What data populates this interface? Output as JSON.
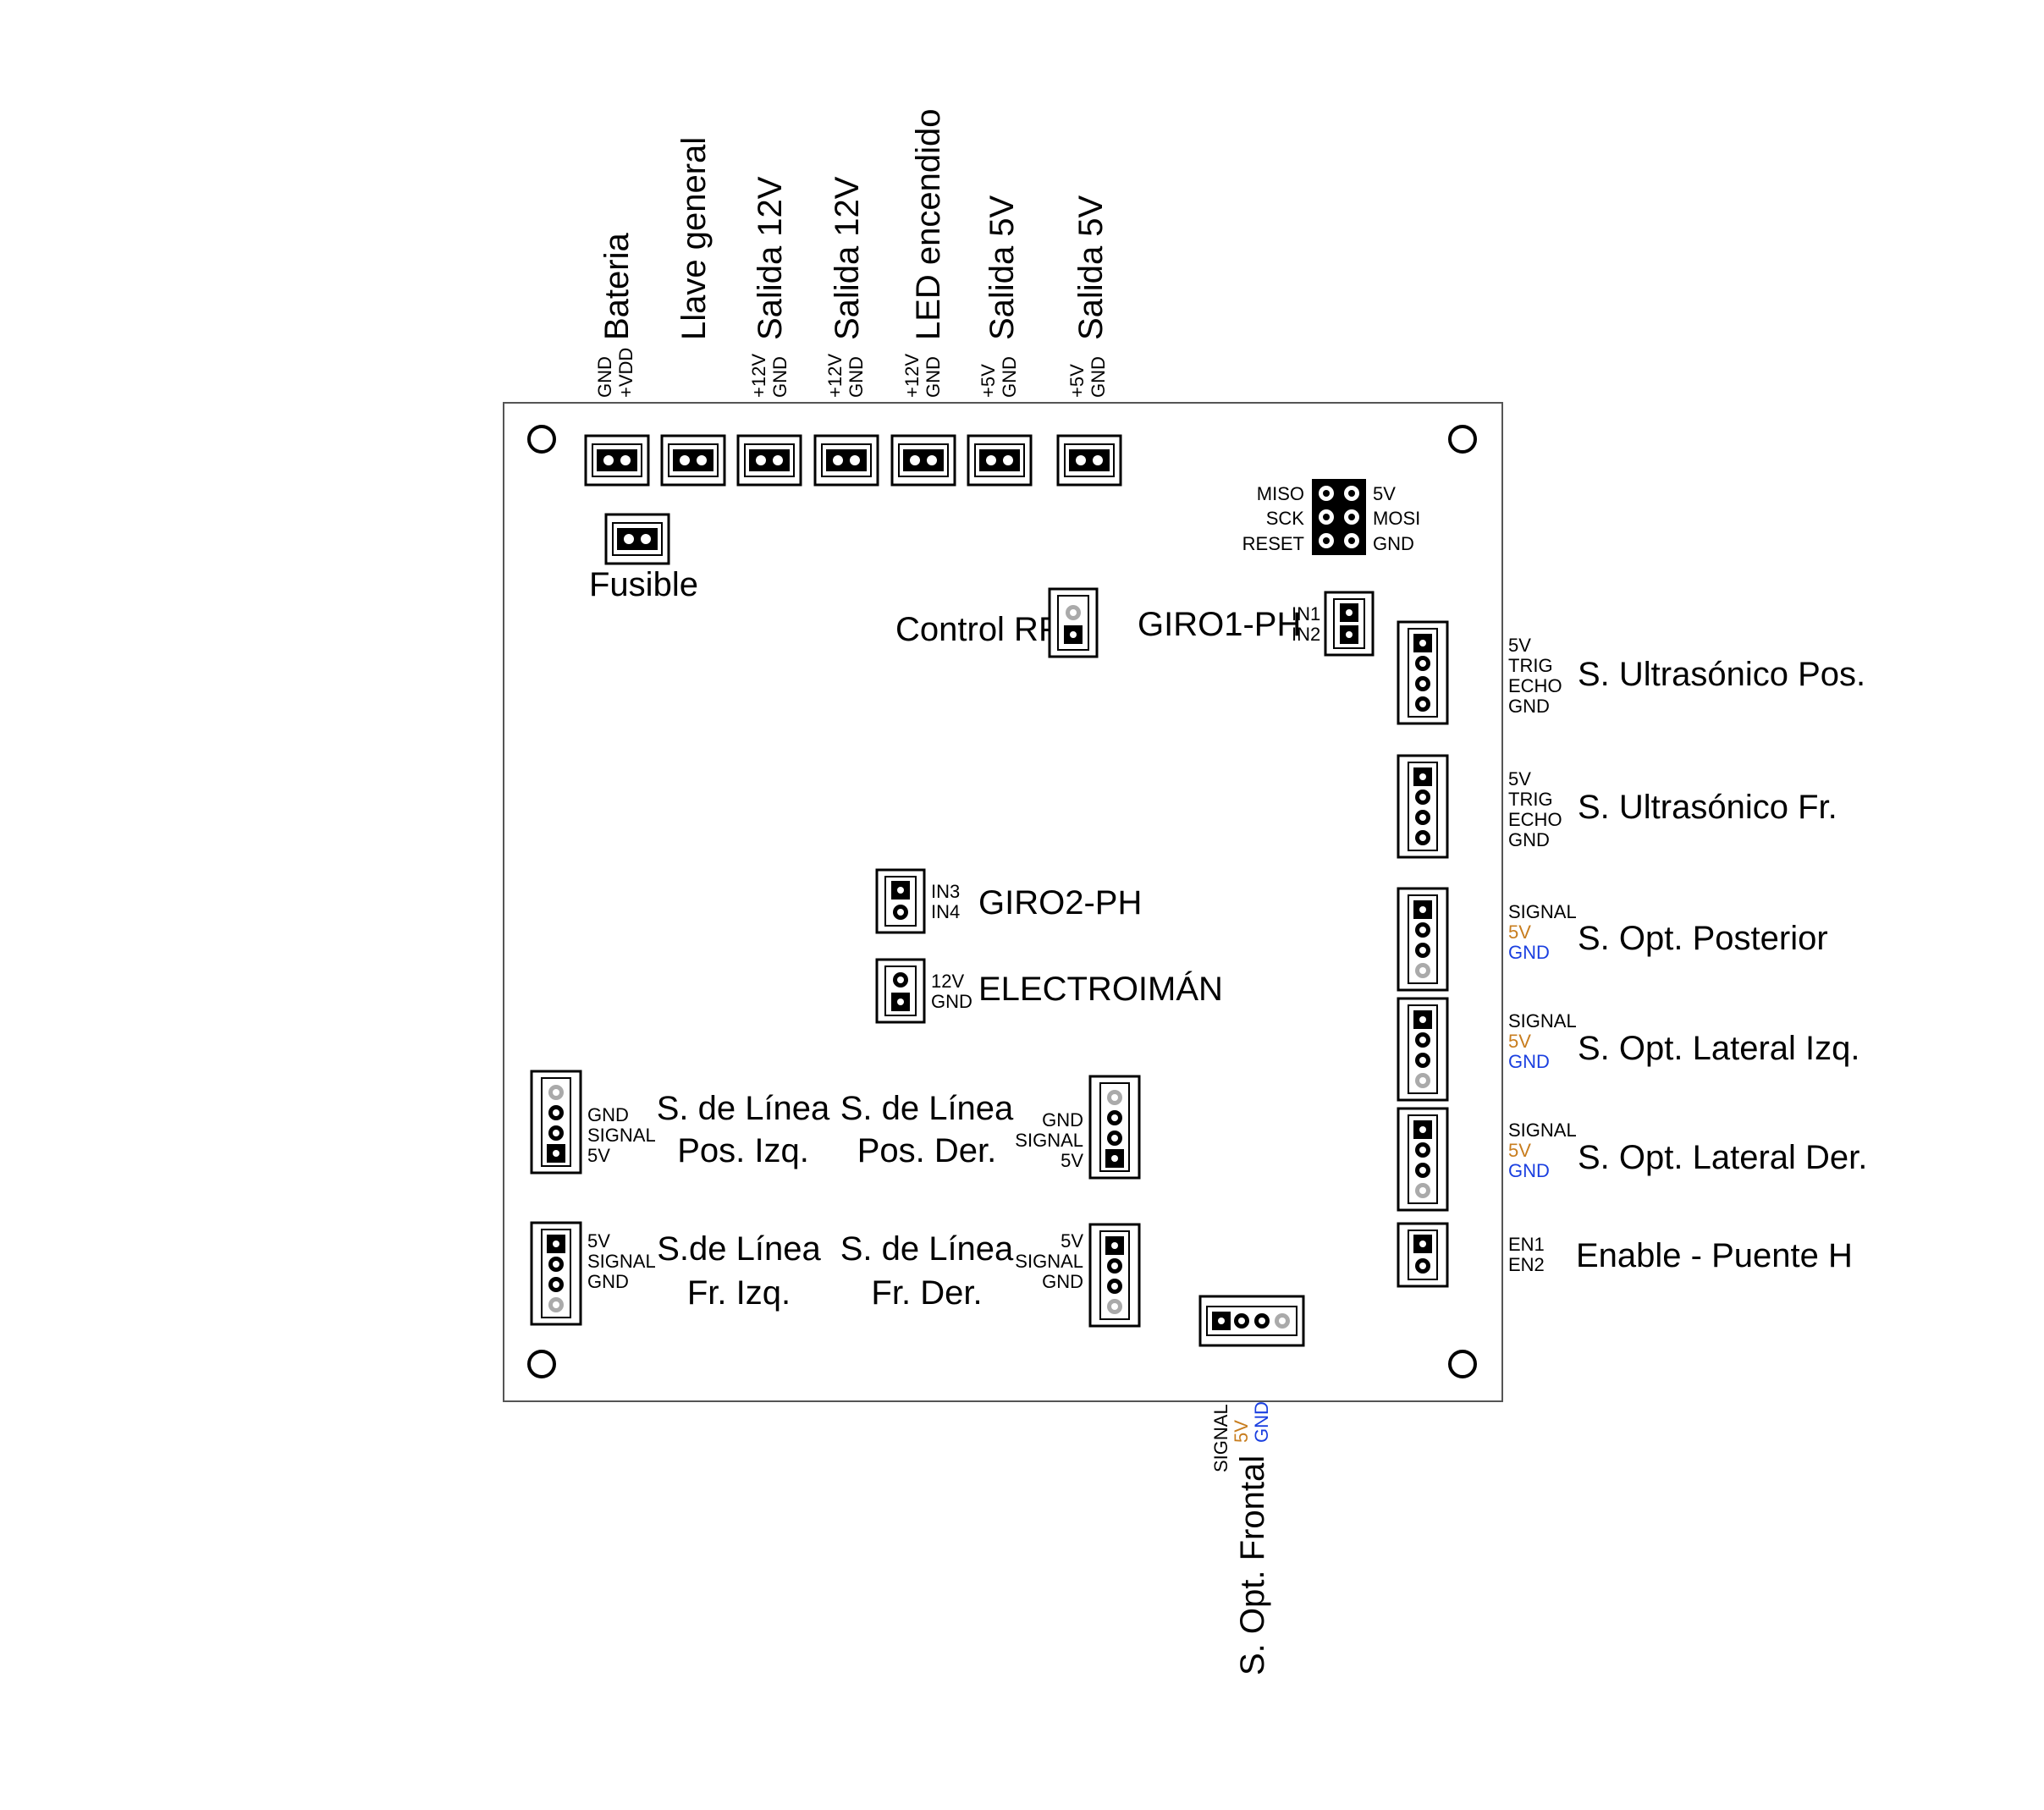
{
  "colors": {
    "pin_5v": "#c87d1e",
    "pin_gnd": "#1a3fe0",
    "pad_gray": "#aaaaaa"
  },
  "top": {
    "bateria": {
      "title": "Bateria",
      "pins": [
        "GND",
        "+VDD"
      ]
    },
    "llave": {
      "title": "Llave general"
    },
    "salida12a": {
      "title": "Salida 12V",
      "pins": [
        "+12V",
        "GND"
      ]
    },
    "salida12b": {
      "title": "Salida 12V",
      "pins": [
        "+12V",
        "GND"
      ]
    },
    "led": {
      "title": "LED encendido",
      "pins": [
        "+12V",
        "GND"
      ]
    },
    "salida5a": {
      "title": "Salida 5V",
      "pins": [
        "+5V",
        "GND"
      ]
    },
    "salida5b": {
      "title": "Salida 5V",
      "pins": [
        "+5V",
        "GND"
      ]
    }
  },
  "fusible": {
    "title": "Fusible"
  },
  "isp": {
    "left": [
      "MISO",
      "SCK",
      "RESET"
    ],
    "right": [
      "5V",
      "MOSI",
      "GND"
    ]
  },
  "control_rf": {
    "title": "Control RF"
  },
  "giro1": {
    "title": "GIRO1-PH",
    "pins": [
      "IN1",
      "IN2"
    ]
  },
  "giro2": {
    "title": "GIRO2-PH",
    "pins": [
      "IN3",
      "IN4"
    ]
  },
  "electroiman": {
    "title": "ELECTROIMÁN",
    "pins": [
      "12V",
      "GND"
    ]
  },
  "right": {
    "us_pos": {
      "title": "S. Ultrasónico Pos.",
      "pins": [
        "5V",
        "TRIG",
        "ECHO",
        "GND"
      ]
    },
    "us_fr": {
      "title": "S. Ultrasónico Fr.",
      "pins": [
        "5V",
        "TRIG",
        "ECHO",
        "GND"
      ]
    },
    "opt_pos": {
      "title": "S. Opt. Posterior",
      "pins": [
        "SIGNAL",
        "5V",
        "GND"
      ]
    },
    "opt_izq": {
      "title": "S. Opt. Lateral Izq.",
      "pins": [
        "SIGNAL",
        "5V",
        "GND"
      ]
    },
    "opt_der": {
      "title": "S. Opt. Lateral Der.",
      "pins": [
        "SIGNAL",
        "5V",
        "GND"
      ]
    },
    "enable": {
      "title": "Enable - Puente H",
      "pins": [
        "EN1",
        "EN2"
      ]
    }
  },
  "linea": {
    "pos_izq": {
      "line1": "S. de Línea",
      "line2": "Pos. Izq.",
      "pins": [
        "GND",
        "SIGNAL",
        "5V"
      ]
    },
    "pos_der": {
      "line1": "S. de Línea",
      "line2": "Pos. Der.",
      "pins": [
        "GND",
        "SIGNAL",
        "5V"
      ]
    },
    "fr_izq": {
      "line1": "S.de Línea",
      "line2": "Fr. Izq.",
      "pins": [
        "5V",
        "SIGNAL",
        "GND"
      ]
    },
    "fr_der": {
      "line1": "S. de Línea",
      "line2": "Fr. Der.",
      "pins": [
        "5V",
        "SIGNAL",
        "GND"
      ]
    }
  },
  "frontal": {
    "title": "S. Opt. Frontal",
    "pins": [
      "SIGNAL",
      "5V",
      "GND"
    ]
  }
}
